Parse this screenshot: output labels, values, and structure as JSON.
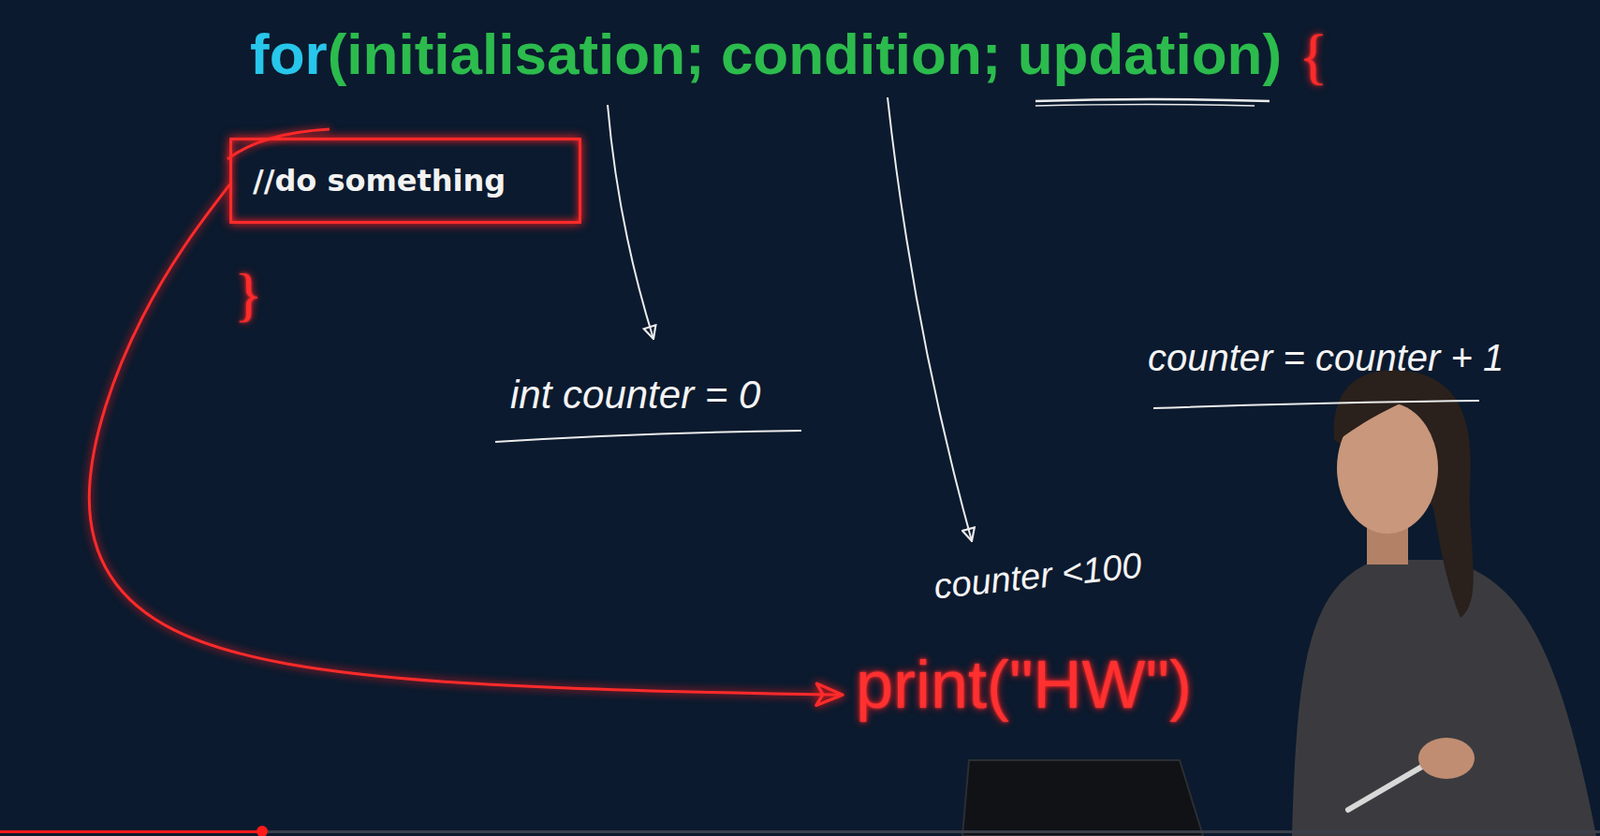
{
  "diagram": {
    "nodes": [
      {
        "text": [
          "//do something"
        ]
      },
      {
        "text": [
          "print(\"HW\")"
        ]
      }
    ],
    "edges": [
      {
        "from": 0,
        "to": 1,
        "arrow": "to"
      }
    ],
    "labels": [
      "for",
      "(initialisation; condition; updation)",
      "{",
      "}",
      "int counter = 0",
      "counter <100",
      "counter = counter + 1"
    ]
  }
}
